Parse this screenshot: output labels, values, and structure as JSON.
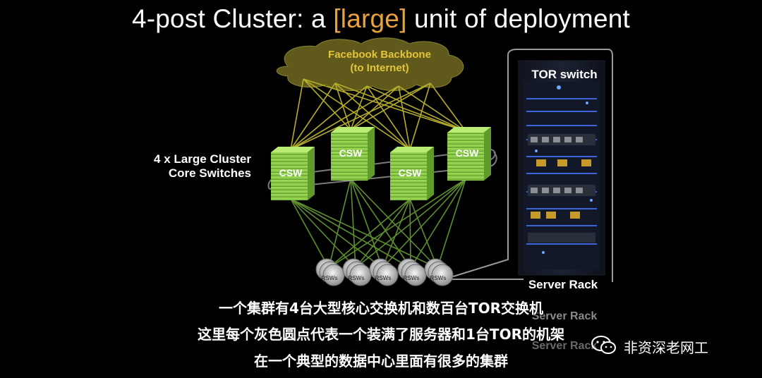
{
  "title": {
    "part1": "4-post Cluster: a ",
    "highlight": "[large]",
    "part2": " unit of deployment"
  },
  "backbone": {
    "line1": "Facebook Backbone",
    "line2": "(to Internet)"
  },
  "core_label": {
    "line1": "4 x Large Cluster",
    "line2": "Core Switches"
  },
  "csw_label": "CSW",
  "rsw_label": "RSWs",
  "tor_label": "TOR switch",
  "rack_label": "Server Rack",
  "ghost_text": {
    "line1": "Server Rack",
    "line2": "Server Rack"
  },
  "subtitles": [
    "一个集群有4台大型核心交换机和数百台TOR交换机",
    "这里每个灰色圆点代表一个装满了服务器和1台TOR的机架",
    "在一个典型的数据中心里面有很多的集群"
  ],
  "watermark": {
    "text": "非资深老网工",
    "icon": "wechat-icon"
  },
  "colors": {
    "accent": "#e8a33c",
    "cloud": "#5f5a1c",
    "backbone_text": "#e3c43a",
    "csw": "#8ed04a",
    "link_top": "#b5ad2a",
    "link_bottom": "#5e8f2e"
  }
}
